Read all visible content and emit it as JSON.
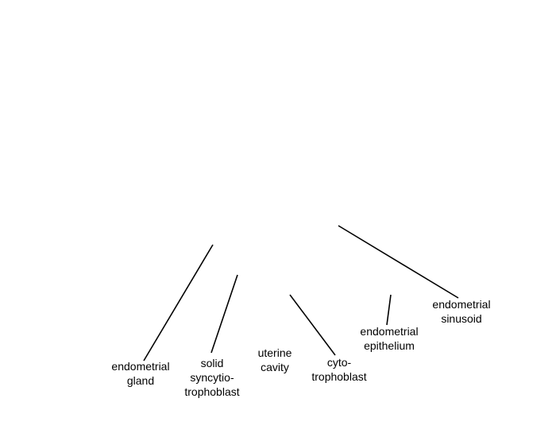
{
  "labels": {
    "endometrial_gland": [
      "endometrial",
      "gland"
    ],
    "solid_syncytiotrophoblast": [
      "solid",
      "syncytio-",
      "trophoblast"
    ],
    "uterine_cavity": [
      "uterine",
      "cavity"
    ],
    "cytotrophoblast": [
      "cyto-",
      "trophoblast"
    ],
    "endometrial_epithelium": [
      "endometrial",
      "epithelium"
    ],
    "endometrial_sinusoid": [
      "endometrial",
      "sinusoid"
    ]
  }
}
